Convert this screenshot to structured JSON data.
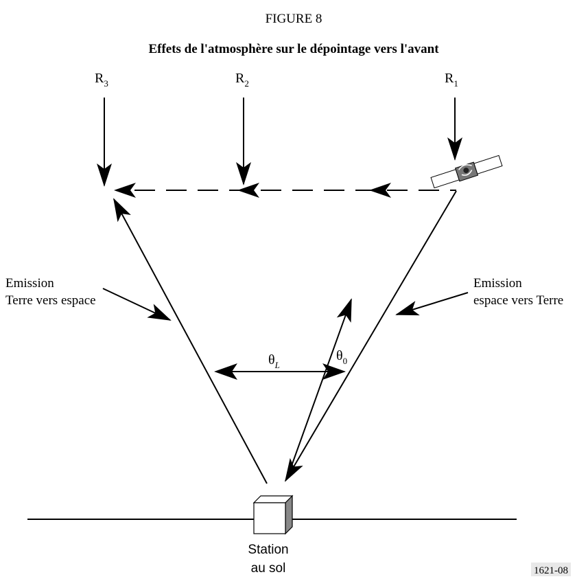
{
  "figure": {
    "number": "FIGURE 8",
    "title": "Effets de l'atmosphère sur le dépointage vers l'avant",
    "code": "1621-08"
  },
  "rays": [
    {
      "base": "R",
      "sub": "3"
    },
    {
      "base": "R",
      "sub": "2"
    },
    {
      "base": "R",
      "sub": "1"
    }
  ],
  "labels": {
    "uplink_line1": "Emission",
    "uplink_line2": "Terre vers espace",
    "downlink_line1": "Emission",
    "downlink_line2": "espace vers Terre",
    "theta_l": {
      "base": "θ",
      "sub": "L"
    },
    "theta_0": {
      "base": "θ",
      "sub": "0"
    },
    "station_line1": "Station",
    "station_line2": "au sol"
  },
  "icons": {
    "satellite": "satellite-icon",
    "station": "ground-station-icon"
  }
}
